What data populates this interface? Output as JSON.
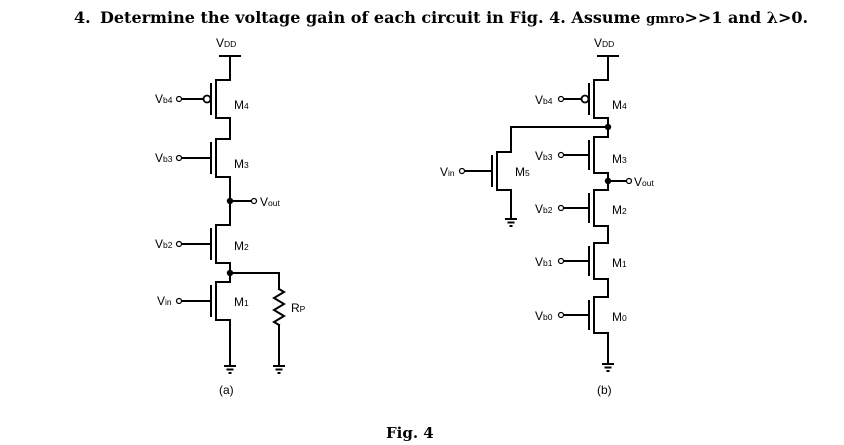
{
  "question": {
    "number": "4.",
    "text_before": "Determine the voltage gain of each circuit in Fig. 4. Assume ",
    "gm_ro": "gmro",
    "text_after": ">>1 and λ>0."
  },
  "caption": "Fig. 4",
  "circuit_a": {
    "label": "(a)",
    "supply": {
      "main": "V",
      "sub": "DD"
    },
    "transistors": [
      {
        "main": "M",
        "sub": "4"
      },
      {
        "main": "M",
        "sub": "3"
      },
      {
        "main": "M",
        "sub": "2"
      },
      {
        "main": "M",
        "sub": "1"
      }
    ],
    "bias": [
      {
        "main": "V",
        "sub": "b4"
      },
      {
        "main": "V",
        "sub": "b3"
      },
      {
        "main": "V",
        "sub": "b2"
      }
    ],
    "input": {
      "main": "V",
      "sub": "in"
    },
    "output": {
      "main": "V",
      "sub": "out"
    },
    "resistor": {
      "main": "R",
      "sub": "P"
    }
  },
  "circuit_b": {
    "label": "(b)",
    "supply": {
      "main": "V",
      "sub": "DD"
    },
    "transistors": [
      {
        "main": "M",
        "sub": "4"
      },
      {
        "main": "M",
        "sub": "3"
      },
      {
        "main": "M",
        "sub": "2"
      },
      {
        "main": "M",
        "sub": "1"
      },
      {
        "main": "M",
        "sub": "0"
      },
      {
        "main": "M",
        "sub": "5"
      }
    ],
    "bias": [
      {
        "main": "V",
        "sub": "b4"
      },
      {
        "main": "V",
        "sub": "b3"
      },
      {
        "main": "V",
        "sub": "b2"
      },
      {
        "main": "V",
        "sub": "b1"
      },
      {
        "main": "V",
        "sub": "b0"
      }
    ],
    "input": {
      "main": "V",
      "sub": "in"
    },
    "output": {
      "main": "V",
      "sub": "out"
    }
  }
}
